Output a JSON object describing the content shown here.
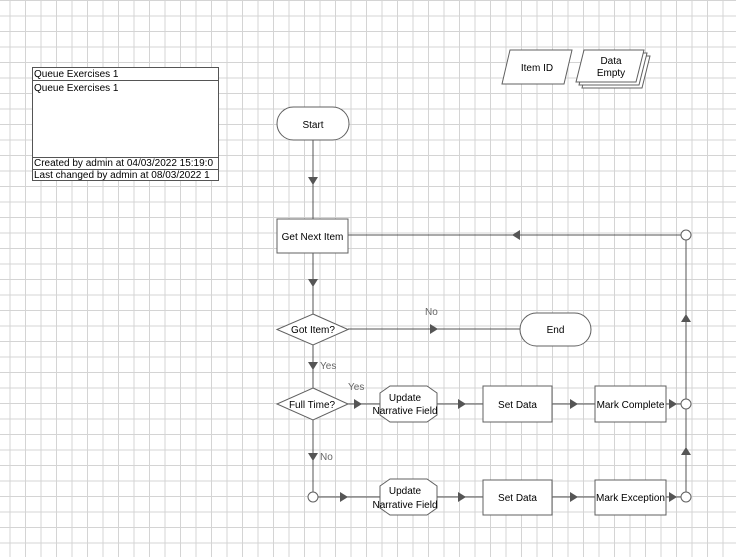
{
  "info_panel": {
    "title": "Queue Exercises 1",
    "description": "Queue Exercises 1",
    "created": "Created  by  admin  at  04/03/2022 15:19:0",
    "changed": "Last  changed  by  admin  at  08/03/2022 1"
  },
  "nodes": {
    "item_id": "Item ID",
    "data_empty_line1": "Data",
    "data_empty_line2": "Empty",
    "start": "Start",
    "get_next_item": "Get Next Item",
    "got_item": "Got Item?",
    "end": "End",
    "full_time": "Full Time?",
    "update_narrative_1_line1": "Update",
    "update_narrative_1_line2": "Narrative Field",
    "set_data_1": "Set Data",
    "mark_complete": "Mark Complete",
    "update_narrative_2_line1": "Update",
    "update_narrative_2_line2": "Narrative Field",
    "set_data_2": "Set Data",
    "mark_exception": "Mark Exception"
  },
  "edge_labels": {
    "got_item_no": "No",
    "got_item_yes": "Yes",
    "full_time_yes": "Yes",
    "full_time_no": "No"
  },
  "colors": {
    "line": "#555555",
    "shape_border": "#606060",
    "label": "#666666"
  }
}
